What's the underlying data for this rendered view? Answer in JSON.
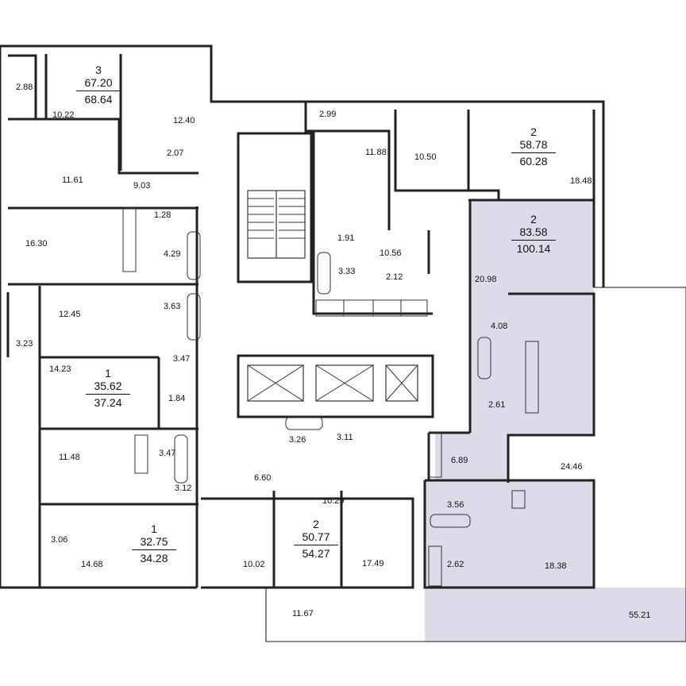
{
  "apartments": [
    {
      "id": "a1",
      "rooms": "3",
      "living": "67.20",
      "total": "68.64"
    },
    {
      "id": "a2",
      "rooms": "2",
      "living": "58.78",
      "total": "60.28"
    },
    {
      "id": "a3",
      "rooms": "2",
      "living": "83.58",
      "total": "100.14"
    },
    {
      "id": "a4",
      "rooms": "1",
      "living": "35.62",
      "total": "37.24"
    },
    {
      "id": "a5",
      "rooms": "1",
      "living": "32.75",
      "total": "34.28"
    },
    {
      "id": "a6",
      "rooms": "2",
      "living": "50.77",
      "total": "54.27"
    }
  ],
  "room_areas": [
    "2.88",
    "10.22",
    "12.40",
    "2.07",
    "11.61",
    "9.03",
    "2.99",
    "11.88",
    "10.50",
    "18.48",
    "16.30",
    "1.28",
    "4.29",
    "1.91",
    "10.56",
    "3.33",
    "2.12",
    "20.98",
    "12.45",
    "3.63",
    "3.23",
    "3.47",
    "4.08",
    "14.23",
    "1.84",
    "2.61",
    "11.48",
    "3.47",
    "3.26",
    "3.11",
    "6.89",
    "24.46",
    "3.12",
    "6.60",
    "10.29",
    "3.56",
    "3.06",
    "14.68",
    "10.02",
    "17.49",
    "2.62",
    "18.38",
    "11.67",
    "55.21"
  ],
  "colors": {
    "highlight": "#dcdbe8",
    "wall": "#222222"
  }
}
